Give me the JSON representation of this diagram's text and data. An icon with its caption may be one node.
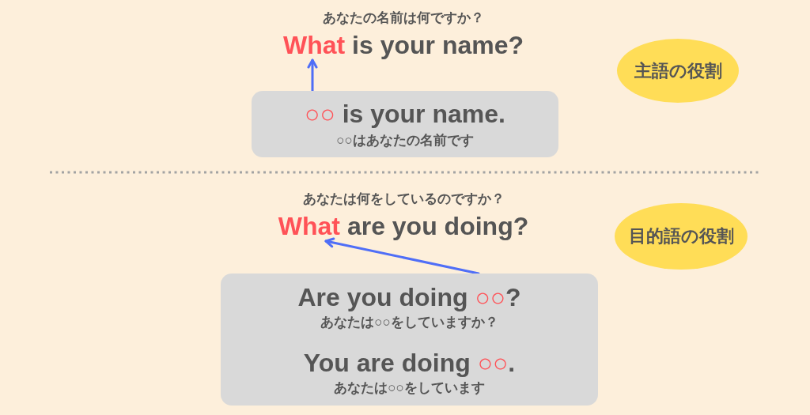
{
  "diagram": {
    "nodes": [
      {
        "text": [
          "あなたの名前は何ですか？",
          "**What** is your name?"
        ]
      },
      {
        "text": [
          "主語の役割"
        ]
      },
      {
        "text": [
          "**○○** is your name.",
          "○○はあなたの名前です"
        ]
      },
      {
        "text": [
          "あなたは何をしているのですか？",
          "**What** are you doing?"
        ]
      },
      {
        "text": [
          "目的語の役割"
        ]
      },
      {
        "text": [
          "Are you doing **○○**?",
          "あなたは○○をしていますか？",
          "You are doing **○○**.",
          "あなたは○○をしています"
        ]
      }
    ],
    "edges": [
      {
        "from": 2,
        "to": 0,
        "arrow": "to"
      },
      {
        "from": 5,
        "to": 3,
        "arrow": "to"
      }
    ]
  }
}
